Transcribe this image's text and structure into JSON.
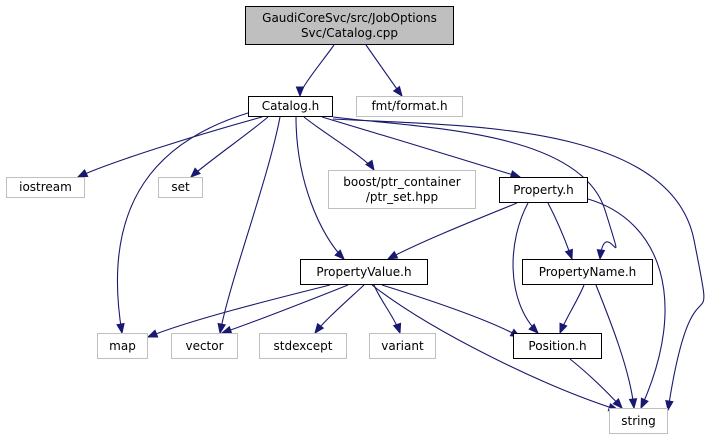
{
  "colors": {
    "edge": "#191970",
    "root_fill": "#bfbfbf",
    "local_border": "#000000",
    "external_border": "#bfbfbf"
  },
  "nodes": {
    "catalog_cpp": {
      "line1": "GaudiCoreSvc/src/JobOptions",
      "line2": "Svc/Catalog.cpp"
    },
    "catalog_h": {
      "label": "Catalog.h"
    },
    "fmt_format_h": {
      "label": "fmt/format.h"
    },
    "iostream": {
      "label": "iostream"
    },
    "set": {
      "label": "set"
    },
    "boost_ptr_set": {
      "line1": "boost/ptr_container",
      "line2": "/ptr_set.hpp"
    },
    "property_h": {
      "label": "Property.h"
    },
    "property_value_h": {
      "label": "PropertyValue.h"
    },
    "property_name_h": {
      "label": "PropertyName.h"
    },
    "map": {
      "label": "map"
    },
    "vector": {
      "label": "vector"
    },
    "stdexcept": {
      "label": "stdexcept"
    },
    "variant": {
      "label": "variant"
    },
    "position_h": {
      "label": "Position.h"
    },
    "string": {
      "label": "string"
    }
  },
  "edges": [
    {
      "from": "catalog_cpp",
      "to": "catalog_h"
    },
    {
      "from": "catalog_cpp",
      "to": "fmt_format_h"
    },
    {
      "from": "catalog_h",
      "to": "iostream"
    },
    {
      "from": "catalog_h",
      "to": "set"
    },
    {
      "from": "catalog_h",
      "to": "boost_ptr_set"
    },
    {
      "from": "catalog_h",
      "to": "property_h"
    },
    {
      "from": "catalog_h",
      "to": "property_name_h"
    },
    {
      "from": "catalog_h",
      "to": "string"
    },
    {
      "from": "catalog_h",
      "to": "map"
    },
    {
      "from": "catalog_h",
      "to": "vector"
    },
    {
      "from": "catalog_h",
      "to": "property_value_h"
    },
    {
      "from": "property_h",
      "to": "property_value_h"
    },
    {
      "from": "property_h",
      "to": "property_name_h"
    },
    {
      "from": "property_h",
      "to": "position_h"
    },
    {
      "from": "property_h",
      "to": "string"
    },
    {
      "from": "property_value_h",
      "to": "map"
    },
    {
      "from": "property_value_h",
      "to": "vector"
    },
    {
      "from": "property_value_h",
      "to": "stdexcept"
    },
    {
      "from": "property_value_h",
      "to": "variant"
    },
    {
      "from": "property_value_h",
      "to": "position_h"
    },
    {
      "from": "property_value_h",
      "to": "string"
    },
    {
      "from": "property_name_h",
      "to": "position_h"
    },
    {
      "from": "property_name_h",
      "to": "string"
    },
    {
      "from": "position_h",
      "to": "string"
    }
  ]
}
